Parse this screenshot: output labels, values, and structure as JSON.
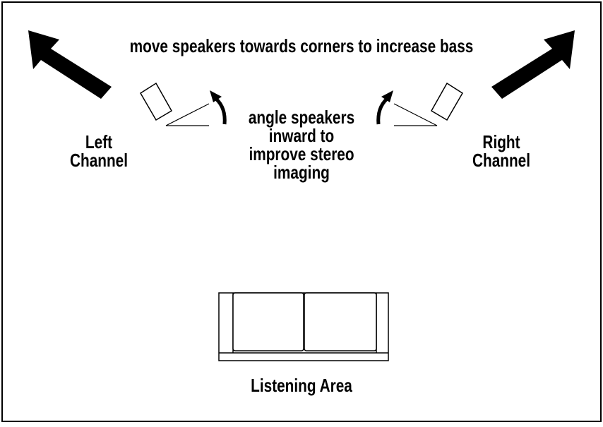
{
  "diagram": {
    "title_text": "move speakers towards corners to increase bass",
    "center_text": [
      "angle speakers",
      "inward to",
      "improve stereo",
      "imaging"
    ],
    "left_label": [
      "Left",
      "Channel"
    ],
    "right_label": [
      "Right",
      "Channel"
    ],
    "listening_label": "Listening Area",
    "icons": {
      "corner_arrows": "diagonal-arrow-icon",
      "rotate_arrows": "curved-arrow-icon",
      "speakers": "speaker-icon",
      "couch": "couch-icon"
    },
    "colors": {
      "ink": "#000000",
      "background": "#ffffff"
    }
  }
}
